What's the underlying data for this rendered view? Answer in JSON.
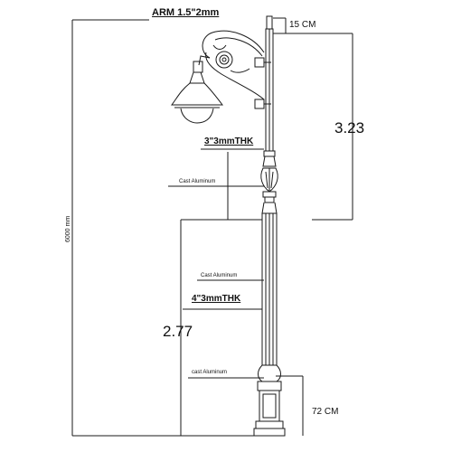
{
  "labels": {
    "arm": "ARM 1.5\"2mm",
    "top_cap": "15 CM",
    "upper_height": "3.23",
    "upper_thk": "3\"3mmTHK",
    "cast_aluminum_1": "Cast Aluminum",
    "cast_aluminum_2": "Cast Aluminum",
    "lower_thk": "4\"3mmTHK",
    "lower_height": "2.77",
    "cast_aluminum_3": "cast Aluminum",
    "base_height": "72 CM",
    "total_height": "6000 mm"
  },
  "colors": {
    "line": "#1a1a1a",
    "background": "#ffffff"
  }
}
